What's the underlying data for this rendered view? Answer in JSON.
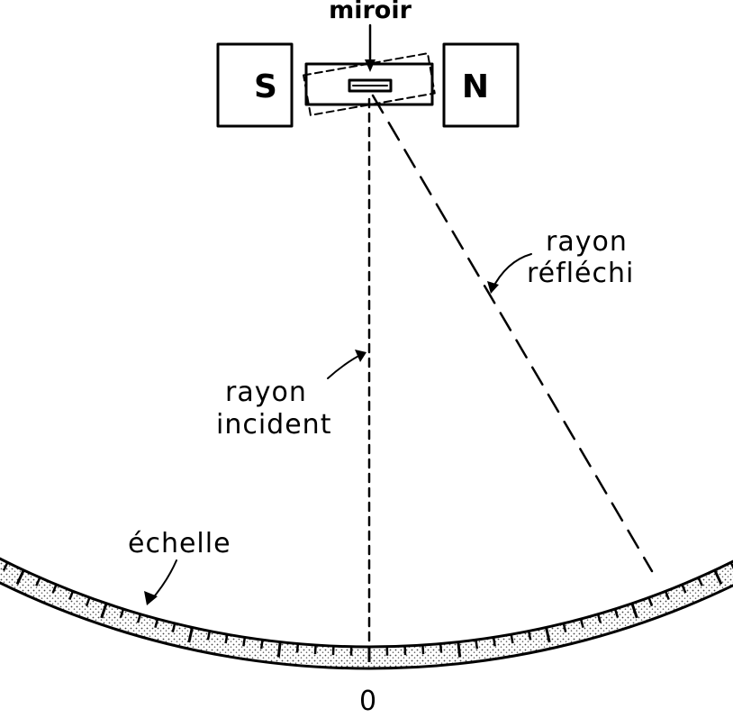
{
  "labels": {
    "mirror": "miroir",
    "pole_south": "S",
    "pole_north": "N",
    "incident_line1": "rayon",
    "incident_line2": "incident",
    "reflected_line1": "rayon",
    "reflected_line2": "réfléchi",
    "scale": "échelle",
    "zero": "0"
  },
  "colors": {
    "ink": "#000000",
    "background": "#ffffff",
    "scale_fill": "#dddddd"
  }
}
